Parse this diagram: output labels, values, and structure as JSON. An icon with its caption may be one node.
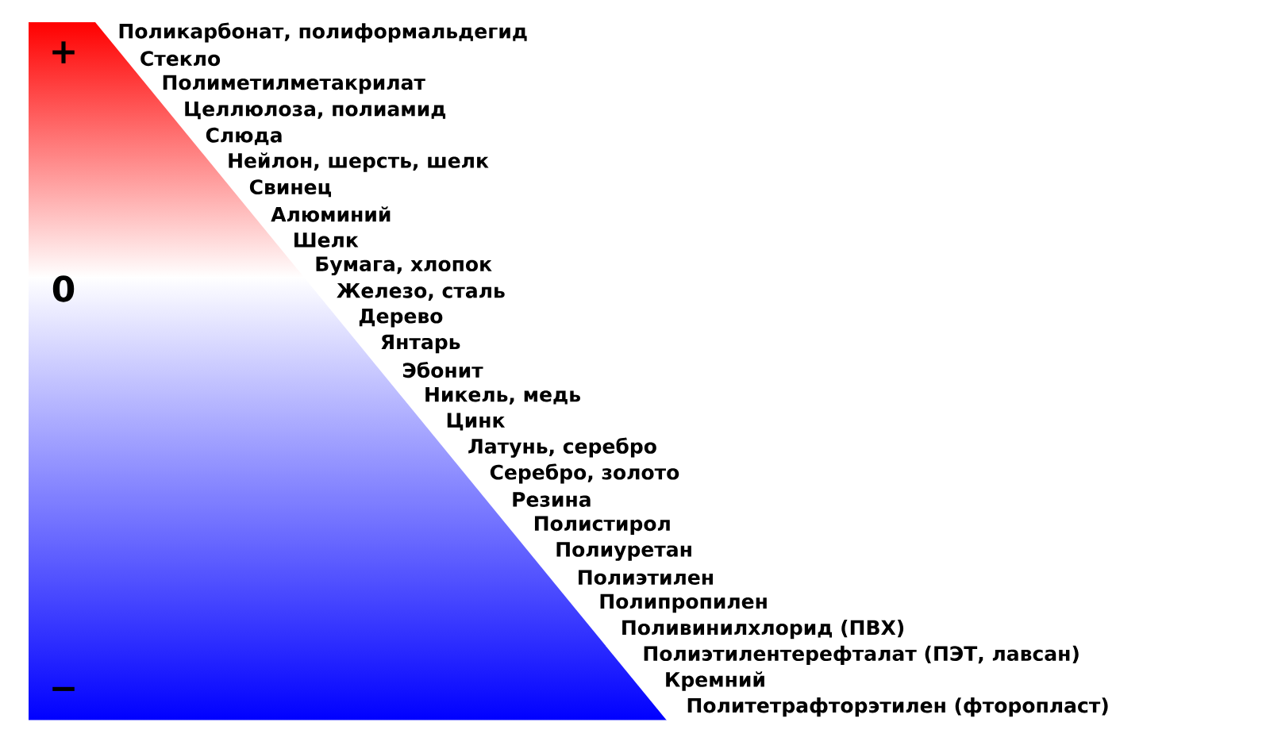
{
  "diagram": {
    "labels": [
      "+",
      "0",
      "−",
      "Поликарбонат, полиформальдегид",
      "Стекло",
      "Полиметилметакрилат",
      "Целлюлоза, полиамид",
      "Слюда",
      "Нейлон, шерсть, шелк",
      "Свинец",
      "Алюминий",
      "Шелк",
      "Бумага, хлопок",
      "Железо, сталь",
      "Дерево",
      "Янтарь",
      "Эбонит",
      "Никель, медь",
      "Цинк",
      "Латунь, серебро",
      "Серебро, золото",
      "Резина",
      "Полистирол",
      "Полиуретан",
      "Полиэтилен",
      "Полипропилен",
      "Поливинилхлорид (ПВХ)",
      "Полиэтилентерефталат (ПЭТ, лавсан)",
      "Кремний",
      "Политетрафторэтилен (фторопласт)"
    ]
  }
}
